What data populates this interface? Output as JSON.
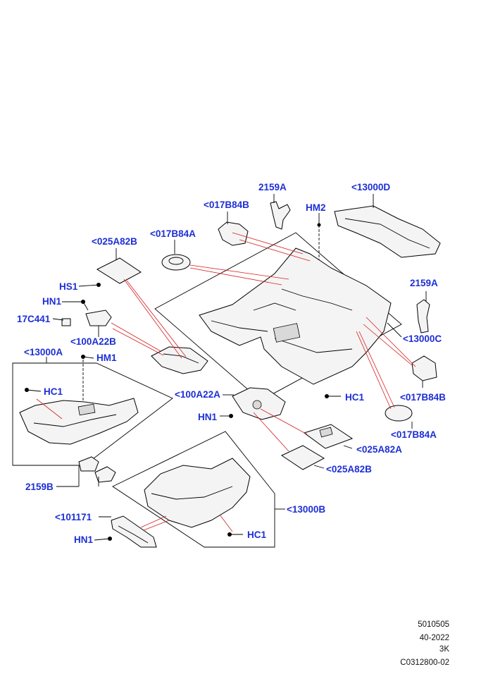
{
  "labels": {
    "l_13000d": "<13000D",
    "l_2159a_top": "2159A",
    "l_017b84b_top": "<017B84B",
    "l_hm2": "HM2",
    "l_017b84a_top": "<017B84A",
    "l_025a82b_top": "<025A82B",
    "l_hs1": "HS1",
    "l_hn1_top": "HN1",
    "l_17c441": "17C441",
    "l_100a22b": "<100A22B",
    "l_13000a": "<13000A",
    "l_hm1": "HM1",
    "l_hc1_left": "HC1",
    "l_2159a_right": "2159A",
    "l_13000c": "<13000C",
    "l_hc1_mid": "HC1",
    "l_100a22a": "<100A22A",
    "l_hn1_mid": "HN1",
    "l_017b84b_right": "<017B84B",
    "l_017b84a_right": "<017B84A",
    "l_025a82a": "<025A82A",
    "l_025a82b_right": "<025A82B",
    "l_2159b": "2159B",
    "l_101171": "<101171",
    "l_13000b": "<13000B",
    "l_hn1_bottom": "HN1",
    "l_hc1_bottom": "HC1"
  },
  "reference": {
    "line1": "5010505",
    "line2": "40-2022",
    "line3": "3K",
    "line4": "C0312800-02"
  },
  "colors": {
    "label": "#1d2fd6",
    "leader_red": "#d62020",
    "outline": "#000000"
  }
}
